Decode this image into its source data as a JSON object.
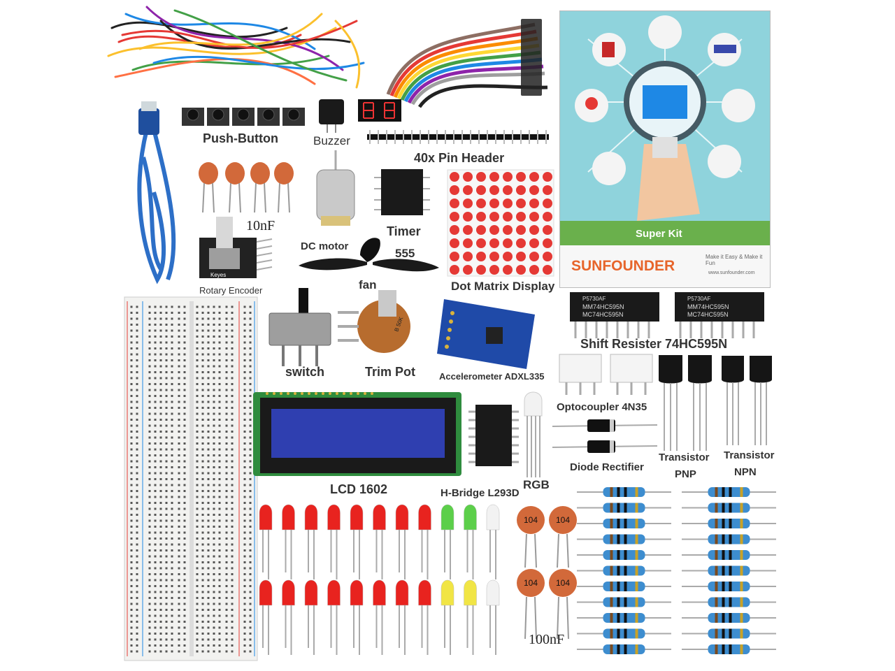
{
  "labels": {
    "push_button": "Push-Button",
    "buzzer": "Buzzer",
    "pin_header": "40x Pin Header",
    "cap_10nf": "10nF",
    "dc_motor": "DC motor",
    "timer": "Timer",
    "timer_555": "555",
    "fan": "fan",
    "dot_matrix": "Dot Matrix Display",
    "rotary_encoder": "Rotary Encoder",
    "switch": "switch",
    "trim_pot": "Trim Pot",
    "accelerometer": "Accelerometer ADXL335",
    "shift_register": "Shift Resister 74HC595N",
    "optocoupler": "Optocoupler 4N35",
    "diode": "Diode Rectifier",
    "transistor_pnp_1": "Transistor",
    "transistor_pnp_2": "PNP",
    "transistor_npn_1": "Transistor",
    "transistor_npn_2": "NPN",
    "lcd": "LCD 1602",
    "h_bridge": "H-Bridge L293D",
    "rgb": "RGB",
    "cap_100nf": "100nF"
  },
  "booklet": {
    "title": "Super Kit",
    "brand": "SUNFOUNDER",
    "tagline": "Make it Easy & Make it Fun",
    "url": "www.sunfounder.com"
  },
  "chip_text": {
    "shift_register": "MM74HC595N",
    "shift_register_2": "MC74HC595N",
    "shift_register_top": "P5730AF",
    "ceramic_cap": "104",
    "encoder_brand": "Keyes",
    "trim_pot_value": "B 50K"
  },
  "colors": {
    "cable_blue": "#2d6fc7",
    "led_red": "#e8231f",
    "led_green": "#5ccf4a",
    "led_yellow": "#f1e545",
    "resistor_blue": "#3d8dcf",
    "lcd_blue": "#2f3fb0",
    "pcb_green": "#2f8c3e",
    "booklet_bg": "#8fd3dc",
    "brand_orange": "#e7652b"
  }
}
